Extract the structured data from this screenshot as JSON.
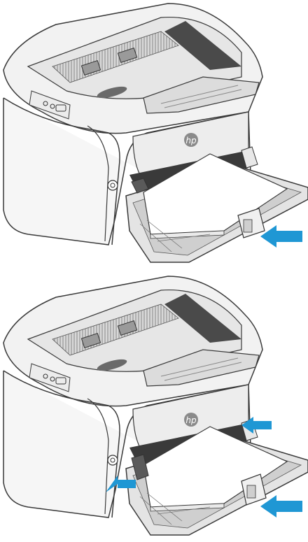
{
  "figures": [
    {
      "step": "adjust-rear-paper-guide",
      "brand_logo": "hp",
      "arrows": [
        {
          "target": "rear-paper-length-guide",
          "direction": "left"
        }
      ]
    },
    {
      "step": "adjust-all-paper-guides",
      "brand_logo": "hp",
      "arrows": [
        {
          "target": "right-paper-width-guide",
          "direction": "left"
        },
        {
          "target": "left-paper-width-guide",
          "direction": "right"
        },
        {
          "target": "rear-paper-length-guide",
          "direction": "left"
        }
      ]
    }
  ],
  "colors": {
    "arrow": "#1f97d4",
    "outline": "#3a3a3a",
    "body_light": "#f4f4f4",
    "body_mid": "#e2e2e2",
    "body_dark": "#c9c9c9",
    "paper": "#ffffff"
  },
  "icons": [
    "hp-logo-icon",
    "power-button-icon",
    "control-panel-icons"
  ]
}
